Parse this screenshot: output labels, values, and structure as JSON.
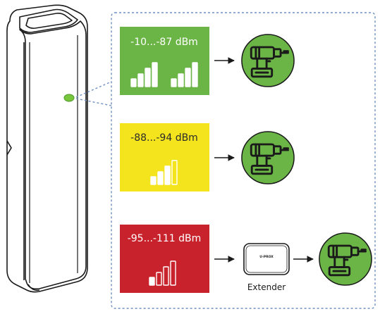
{
  "levels": [
    {
      "range": "-10...-87 dBm",
      "box_color": "#6ab545",
      "text_color": "#ffffff",
      "bars_filled": [
        4,
        4
      ],
      "leads_to": "tool"
    },
    {
      "range": "-88...-94 dBm",
      "box_color": "#f4e41e",
      "text_color": "#2b2b2b",
      "bars_filled": [
        3
      ],
      "leads_to": "tool"
    },
    {
      "range": "-95...-111 dBm",
      "box_color": "#c8232c",
      "text_color": "#ffffff",
      "bars_filled": [
        1
      ],
      "leads_to": "extender"
    }
  ],
  "extender": {
    "label": "Extender",
    "logo": "U-PROX"
  },
  "icons": {
    "device": "drill-icon",
    "arrow": "arrow-right-icon",
    "indicator": "led-indicator-icon"
  },
  "colors": {
    "circle": "#6ab545",
    "dashed": "#6f8fc0",
    "stroke": "#1a1a1a",
    "led": "#78c63c"
  }
}
